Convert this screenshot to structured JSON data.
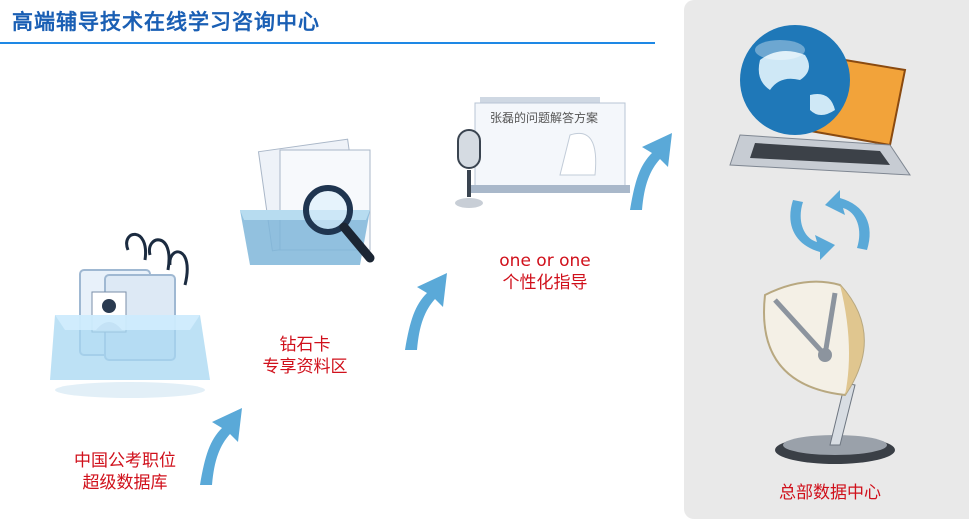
{
  "header": {
    "title": "高端辅导技术在线学习咨询中心"
  },
  "steps": [
    {
      "line1": "中国公考职位",
      "line2": "超级数据库"
    },
    {
      "line1": "钻石卡",
      "line2": "专享资料区"
    },
    {
      "line1": "one or one",
      "line2": "个性化指导"
    }
  ],
  "board": {
    "text": "张磊的问题解答方案"
  },
  "hq": {
    "label": "总部数据中心"
  },
  "colors": {
    "title": "#1a5fb4",
    "rule": "#1e88e5",
    "label": "#d0101b",
    "arrow": "#5aa9d8",
    "panel": "#e9e9e9"
  },
  "icons": [
    "id-badge-box-icon",
    "folder-magnifier-icon",
    "microphone-board-icon",
    "up-arrow-icon",
    "globe-laptop-icon",
    "sync-arrows-icon",
    "satellite-dish-icon"
  ]
}
